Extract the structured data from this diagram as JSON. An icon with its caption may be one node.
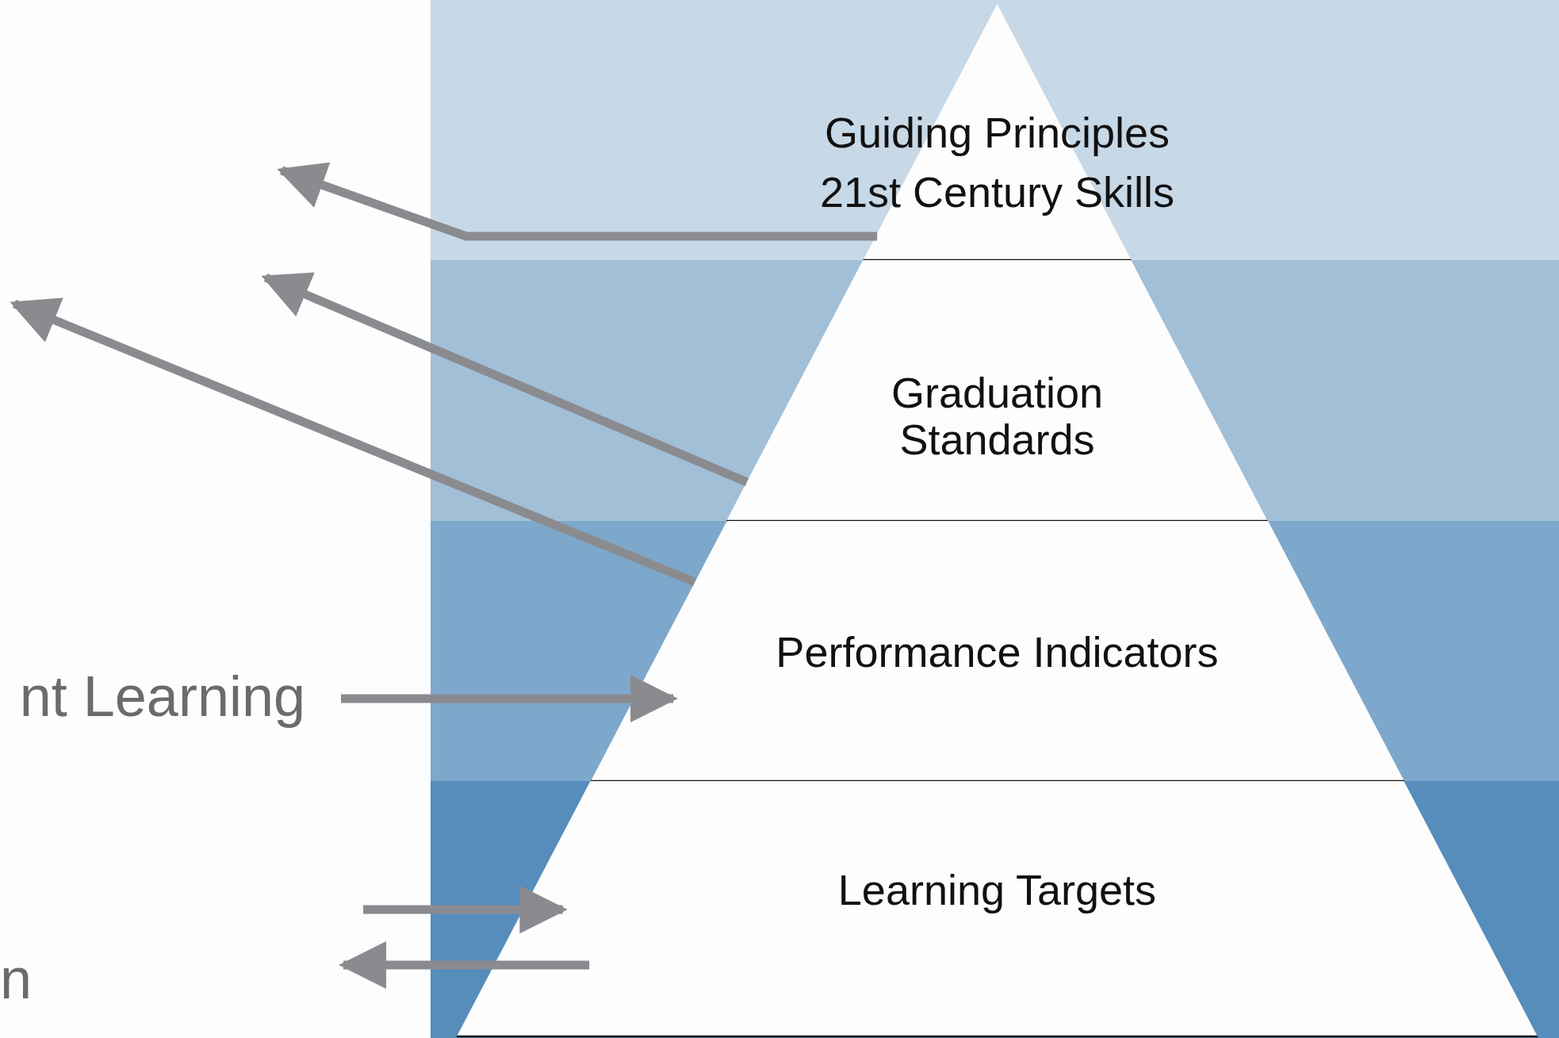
{
  "diagram": {
    "nodes": [
      {
        "text": [
          "Guiding Principles",
          "21st Century Skills"
        ]
      },
      {
        "text": [
          "Graduation Standards"
        ]
      },
      {
        "text": [
          "Performance Indicators"
        ]
      },
      {
        "text": [
          "Learning Targets"
        ]
      },
      {
        "text": [
          "nt Learning"
        ]
      }
    ],
    "edges": [
      {
        "from": 0,
        "to": null,
        "arrow": "to"
      },
      {
        "from": 1,
        "to": null,
        "arrow": "to"
      },
      {
        "from": 2,
        "to": null,
        "arrow": "to"
      },
      {
        "from": 4,
        "to": 2,
        "arrow": "to"
      },
      {
        "from": null,
        "to": 3,
        "arrow": "to"
      },
      {
        "from": 3,
        "to": null,
        "arrow": "to"
      }
    ],
    "labels": [
      "n"
    ]
  }
}
